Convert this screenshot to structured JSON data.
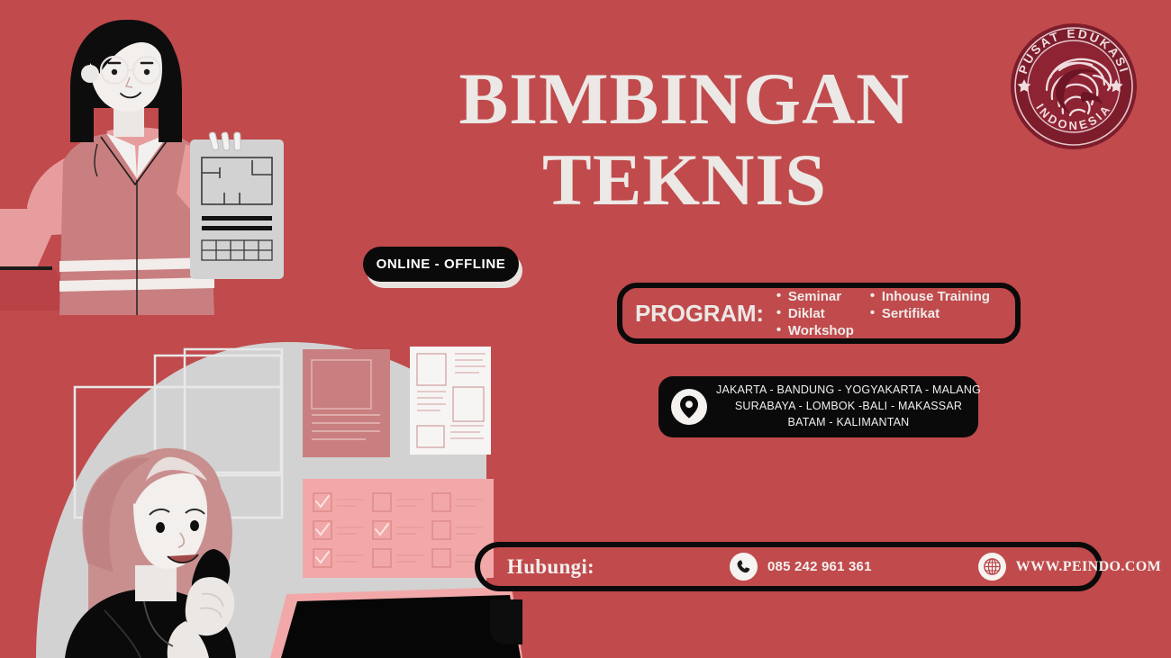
{
  "theme": {
    "background": "#c04a4c",
    "ink": "#0a0a0a",
    "cream": "#ece8e5",
    "logo_maroon": "#7d1d2c",
    "illus_pink": "#e79d9d",
    "illus_rose": "#c97f7f",
    "illus_gray": "#d2d2d2"
  },
  "title": {
    "line1": "BIMBINGAN",
    "line2": "TEKNIS"
  },
  "badge": {
    "label": "ONLINE - OFFLINE"
  },
  "program": {
    "label": "PROGRAM:",
    "column1": [
      "Seminar",
      "Diklat",
      "Workshop"
    ],
    "column2": [
      "Inhouse Training",
      "Sertifikat"
    ]
  },
  "location": {
    "icon": "map-pin-icon",
    "lines": [
      "JAKARTA - BANDUNG - YOGYAKARTA - MALANG",
      "SURABAYA - LOMBOK -BALI - MAKASSAR",
      "BATAM - KALIMANTAN"
    ]
  },
  "contact": {
    "label": "Hubungi:",
    "phone": {
      "icon": "phone-icon",
      "value": "085 242 961 361"
    },
    "website": {
      "icon": "globe-icon",
      "value": "WWW.PEINDO.COM"
    }
  },
  "logo": {
    "top_text": "PUSAT EDUKASI",
    "bottom_text": "INDONESIA",
    "mark": "swirl-emblem-icon"
  },
  "illustrations": {
    "top_left": "woman-with-clipboard-illustration",
    "bottom_left": "woman-on-phone-illustration"
  }
}
